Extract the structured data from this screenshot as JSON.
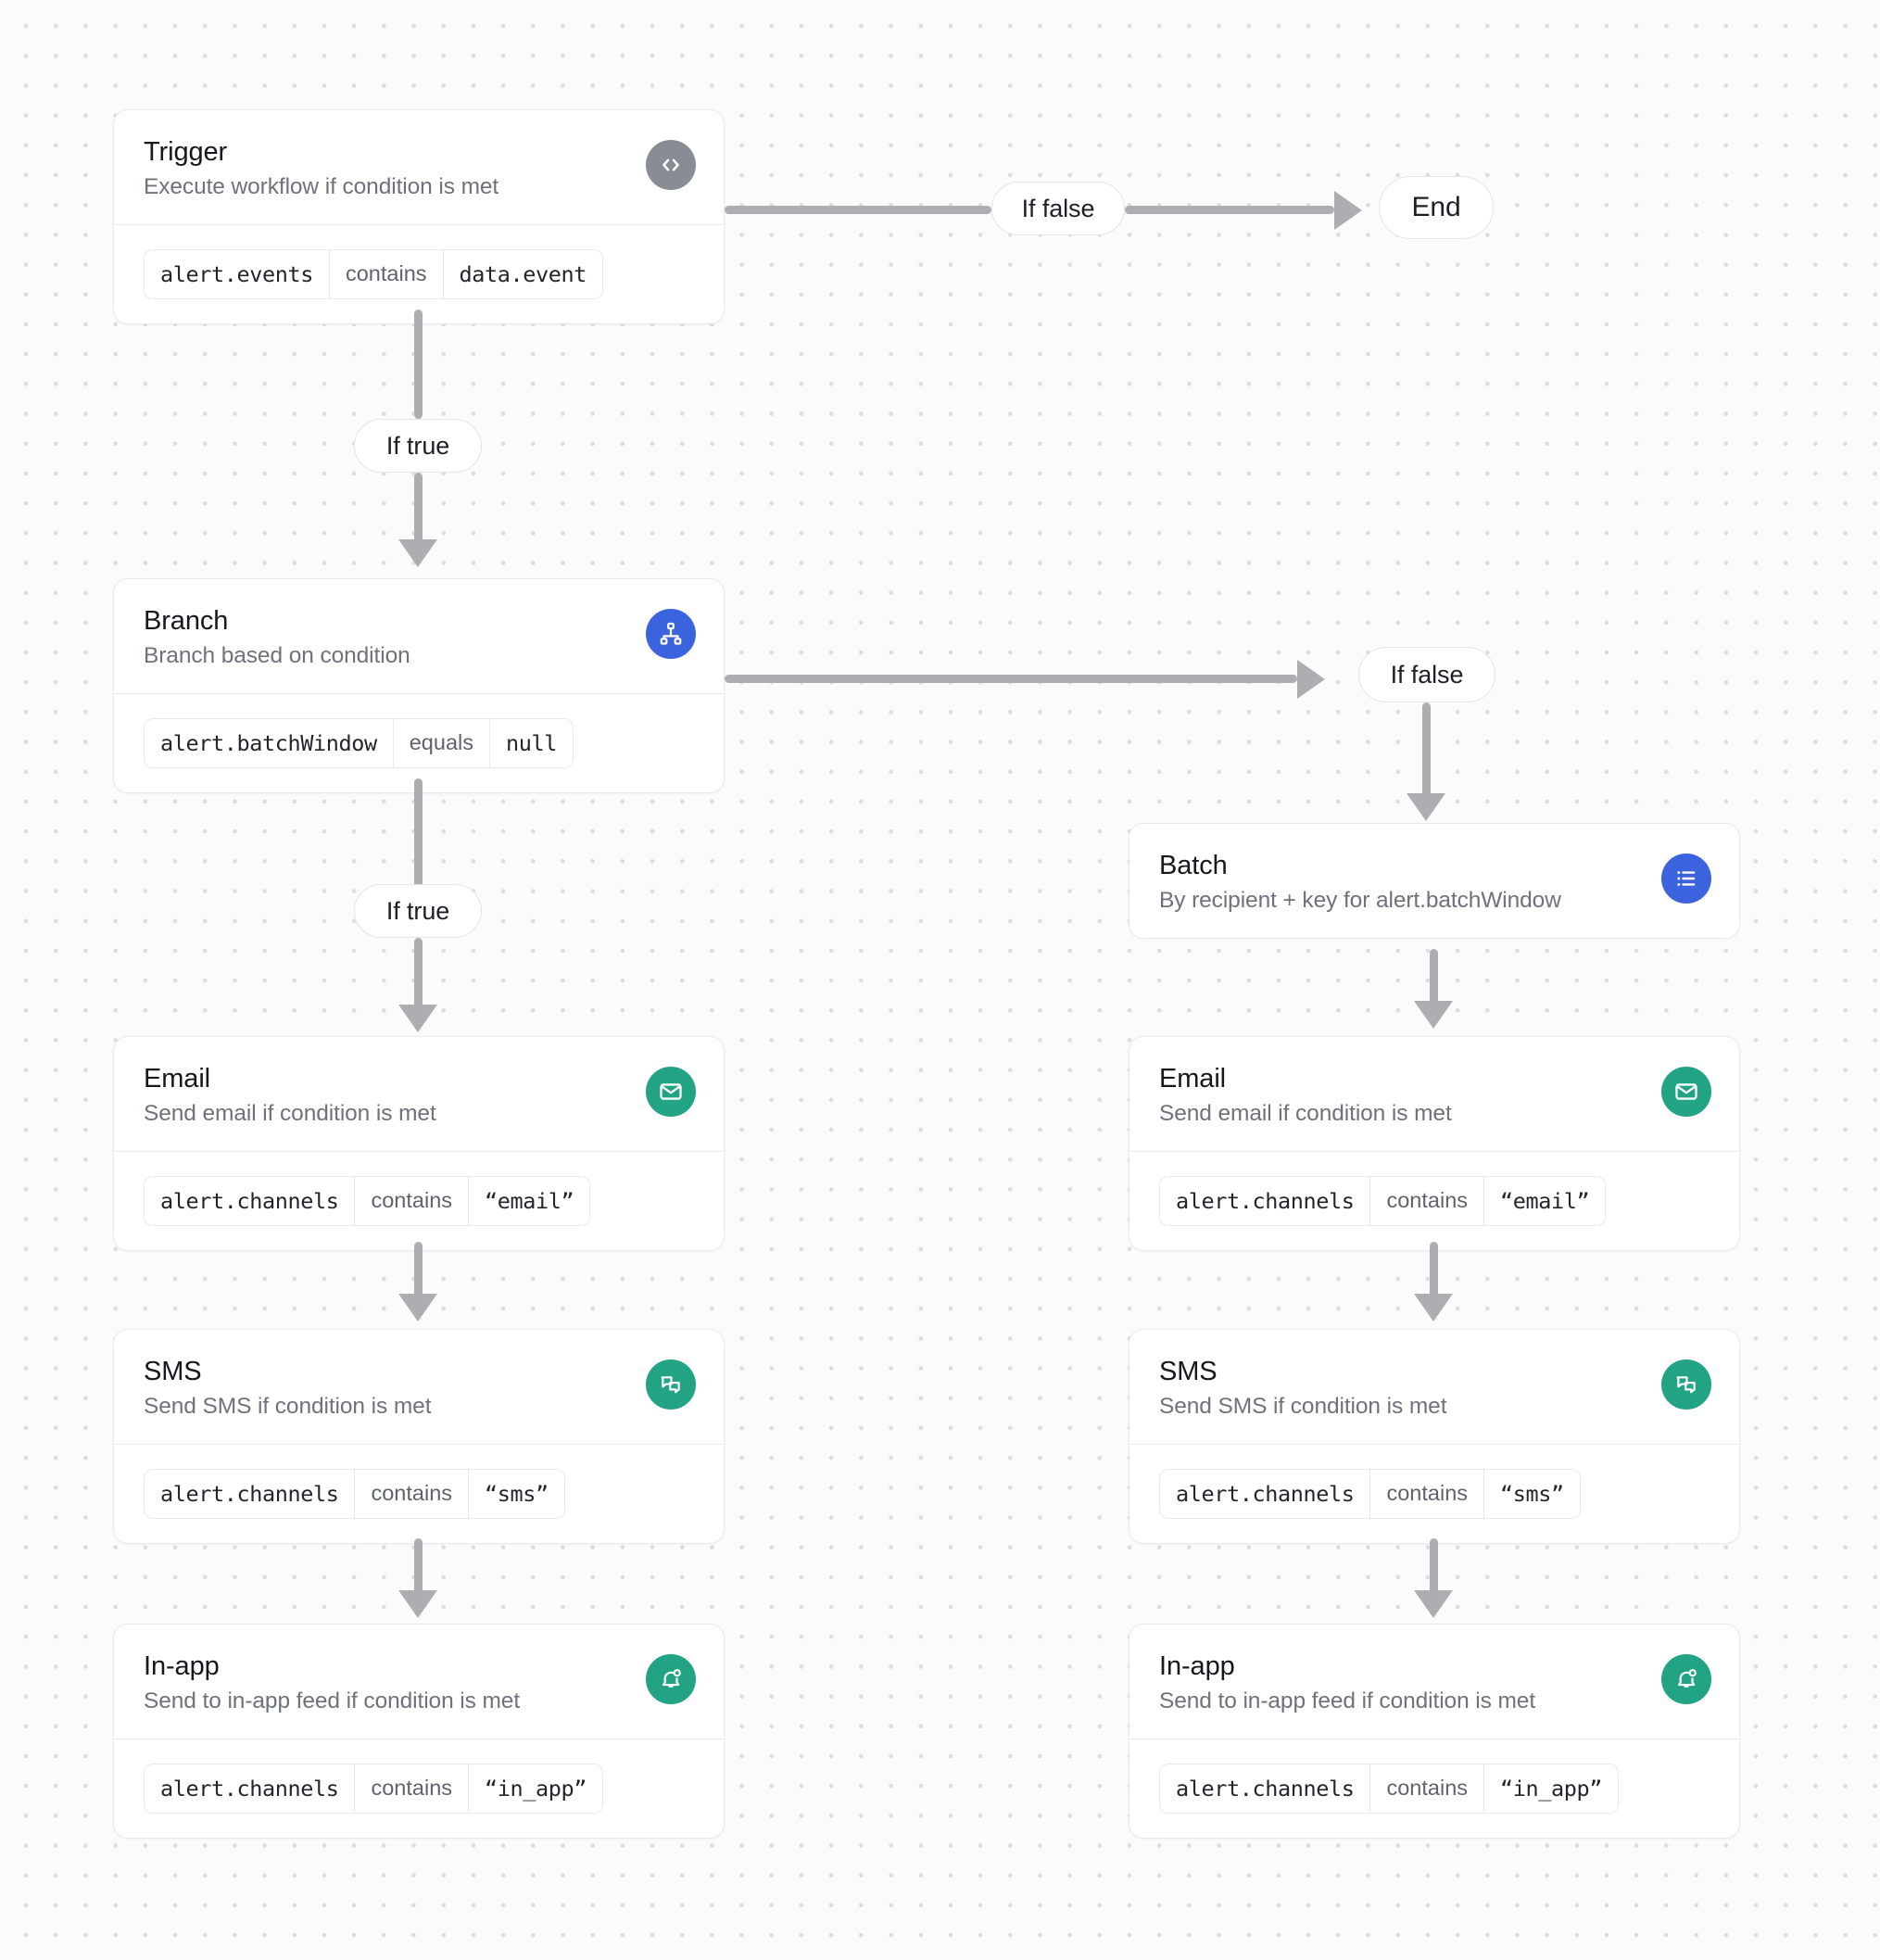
{
  "canvas": {
    "background_color": "#fbfbfc",
    "dot_color": "#dcdce1",
    "connector_color": "#adaeb2"
  },
  "colors": {
    "trigger_icon": "#888c94",
    "branch_icon": "#3b63dd",
    "batch_icon": "#3b63dd",
    "channel_icon": "#22a383",
    "card_border": "#e9e9ed",
    "title_text": "#16181d",
    "desc_text": "#6e727d"
  },
  "nodes": {
    "trigger": {
      "title": "Trigger",
      "description": "Execute workflow if condition is met",
      "icon": "code-brackets-icon",
      "condition": {
        "field": "alert.events",
        "operator": "contains",
        "value": "data.event"
      }
    },
    "branch": {
      "title": "Branch",
      "description": "Branch based on condition",
      "icon": "hierarchy-icon",
      "condition": {
        "field": "alert.batchWindow",
        "operator": "equals",
        "value": "null"
      }
    },
    "batch": {
      "title": "Batch",
      "description": "By recipient + key for alert.batchWindow",
      "icon": "list-icon"
    },
    "email_left": {
      "title": "Email",
      "description": "Send email if condition is met",
      "icon": "envelope-icon",
      "condition": {
        "field": "alert.channels",
        "operator": "contains",
        "value": "“email”"
      }
    },
    "sms_left": {
      "title": "SMS",
      "description": "Send SMS if condition is met",
      "icon": "chat-bubbles-icon",
      "condition": {
        "field": "alert.channels",
        "operator": "contains",
        "value": "“sms”"
      }
    },
    "inapp_left": {
      "title": "In-app",
      "description": "Send to in-app feed if condition is met",
      "icon": "bell-badge-icon",
      "condition": {
        "field": "alert.channels",
        "operator": "contains",
        "value": "“in_app”"
      }
    },
    "email_right": {
      "title": "Email",
      "description": "Send email if condition is met",
      "icon": "envelope-icon",
      "condition": {
        "field": "alert.channels",
        "operator": "contains",
        "value": "“email”"
      }
    },
    "sms_right": {
      "title": "SMS",
      "description": "Send SMS if condition is met",
      "icon": "chat-bubbles-icon",
      "condition": {
        "field": "alert.channels",
        "operator": "contains",
        "value": "“sms”"
      }
    },
    "inapp_right": {
      "title": "In-app",
      "description": "Send to in-app feed if condition is met",
      "icon": "bell-badge-icon",
      "condition": {
        "field": "alert.channels",
        "operator": "contains",
        "value": "“in_app”"
      }
    }
  },
  "pills": {
    "trigger_false": "If false",
    "end": "End",
    "trigger_true": "If true",
    "branch_false": "If false",
    "branch_true": "If true"
  }
}
